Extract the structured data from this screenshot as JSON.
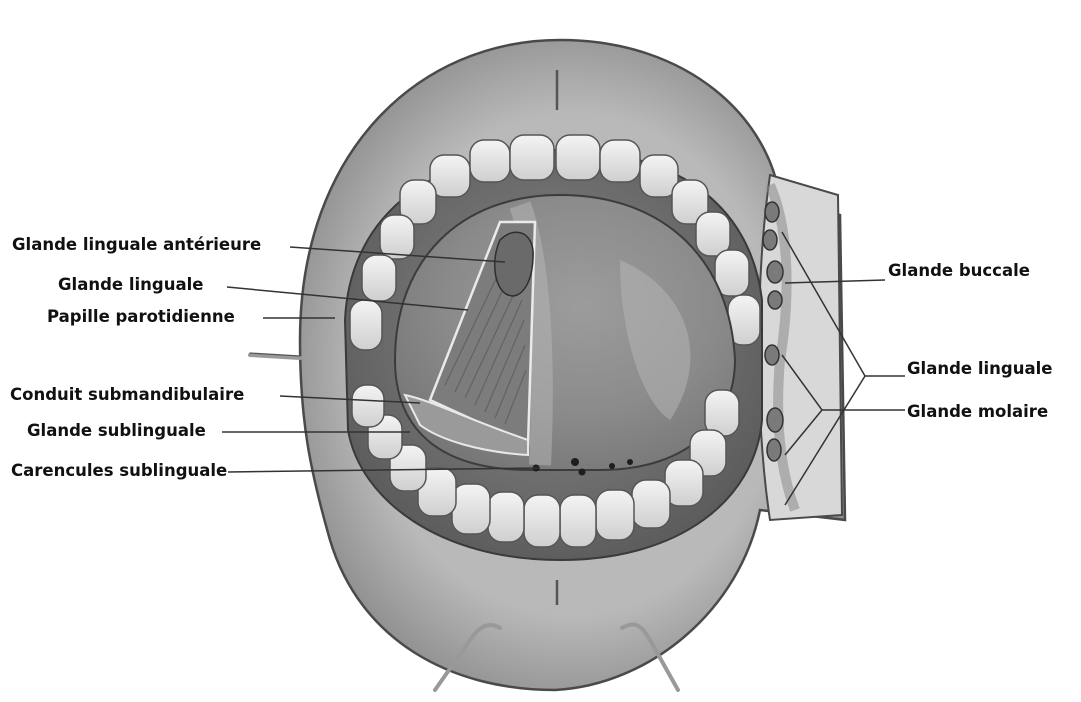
{
  "labels": {
    "glande_linguale_anterieure": "Glande linguale antérieure",
    "glande_linguale_left": "Glande linguale",
    "papille_parotidienne": "Papille parotidienne",
    "conduit_submandibulaire": "Conduit submandibulaire",
    "glande_sublinguale": "Glande sublinguale",
    "carencules_sublinguale": "Carencules sublinguale",
    "glande_buccale": "Glande buccale",
    "glande_linguale_right": "Glande linguale",
    "glande_molaire": "Glande molaire"
  },
  "colors": {
    "background": "#ffffff",
    "text": "#111111",
    "leader_line": "#333333",
    "tissue_dark": "#6e6e6e",
    "tissue_mid": "#a9a9a9",
    "tissue_light": "#d6d6d6",
    "teeth": "#eeeeee"
  }
}
